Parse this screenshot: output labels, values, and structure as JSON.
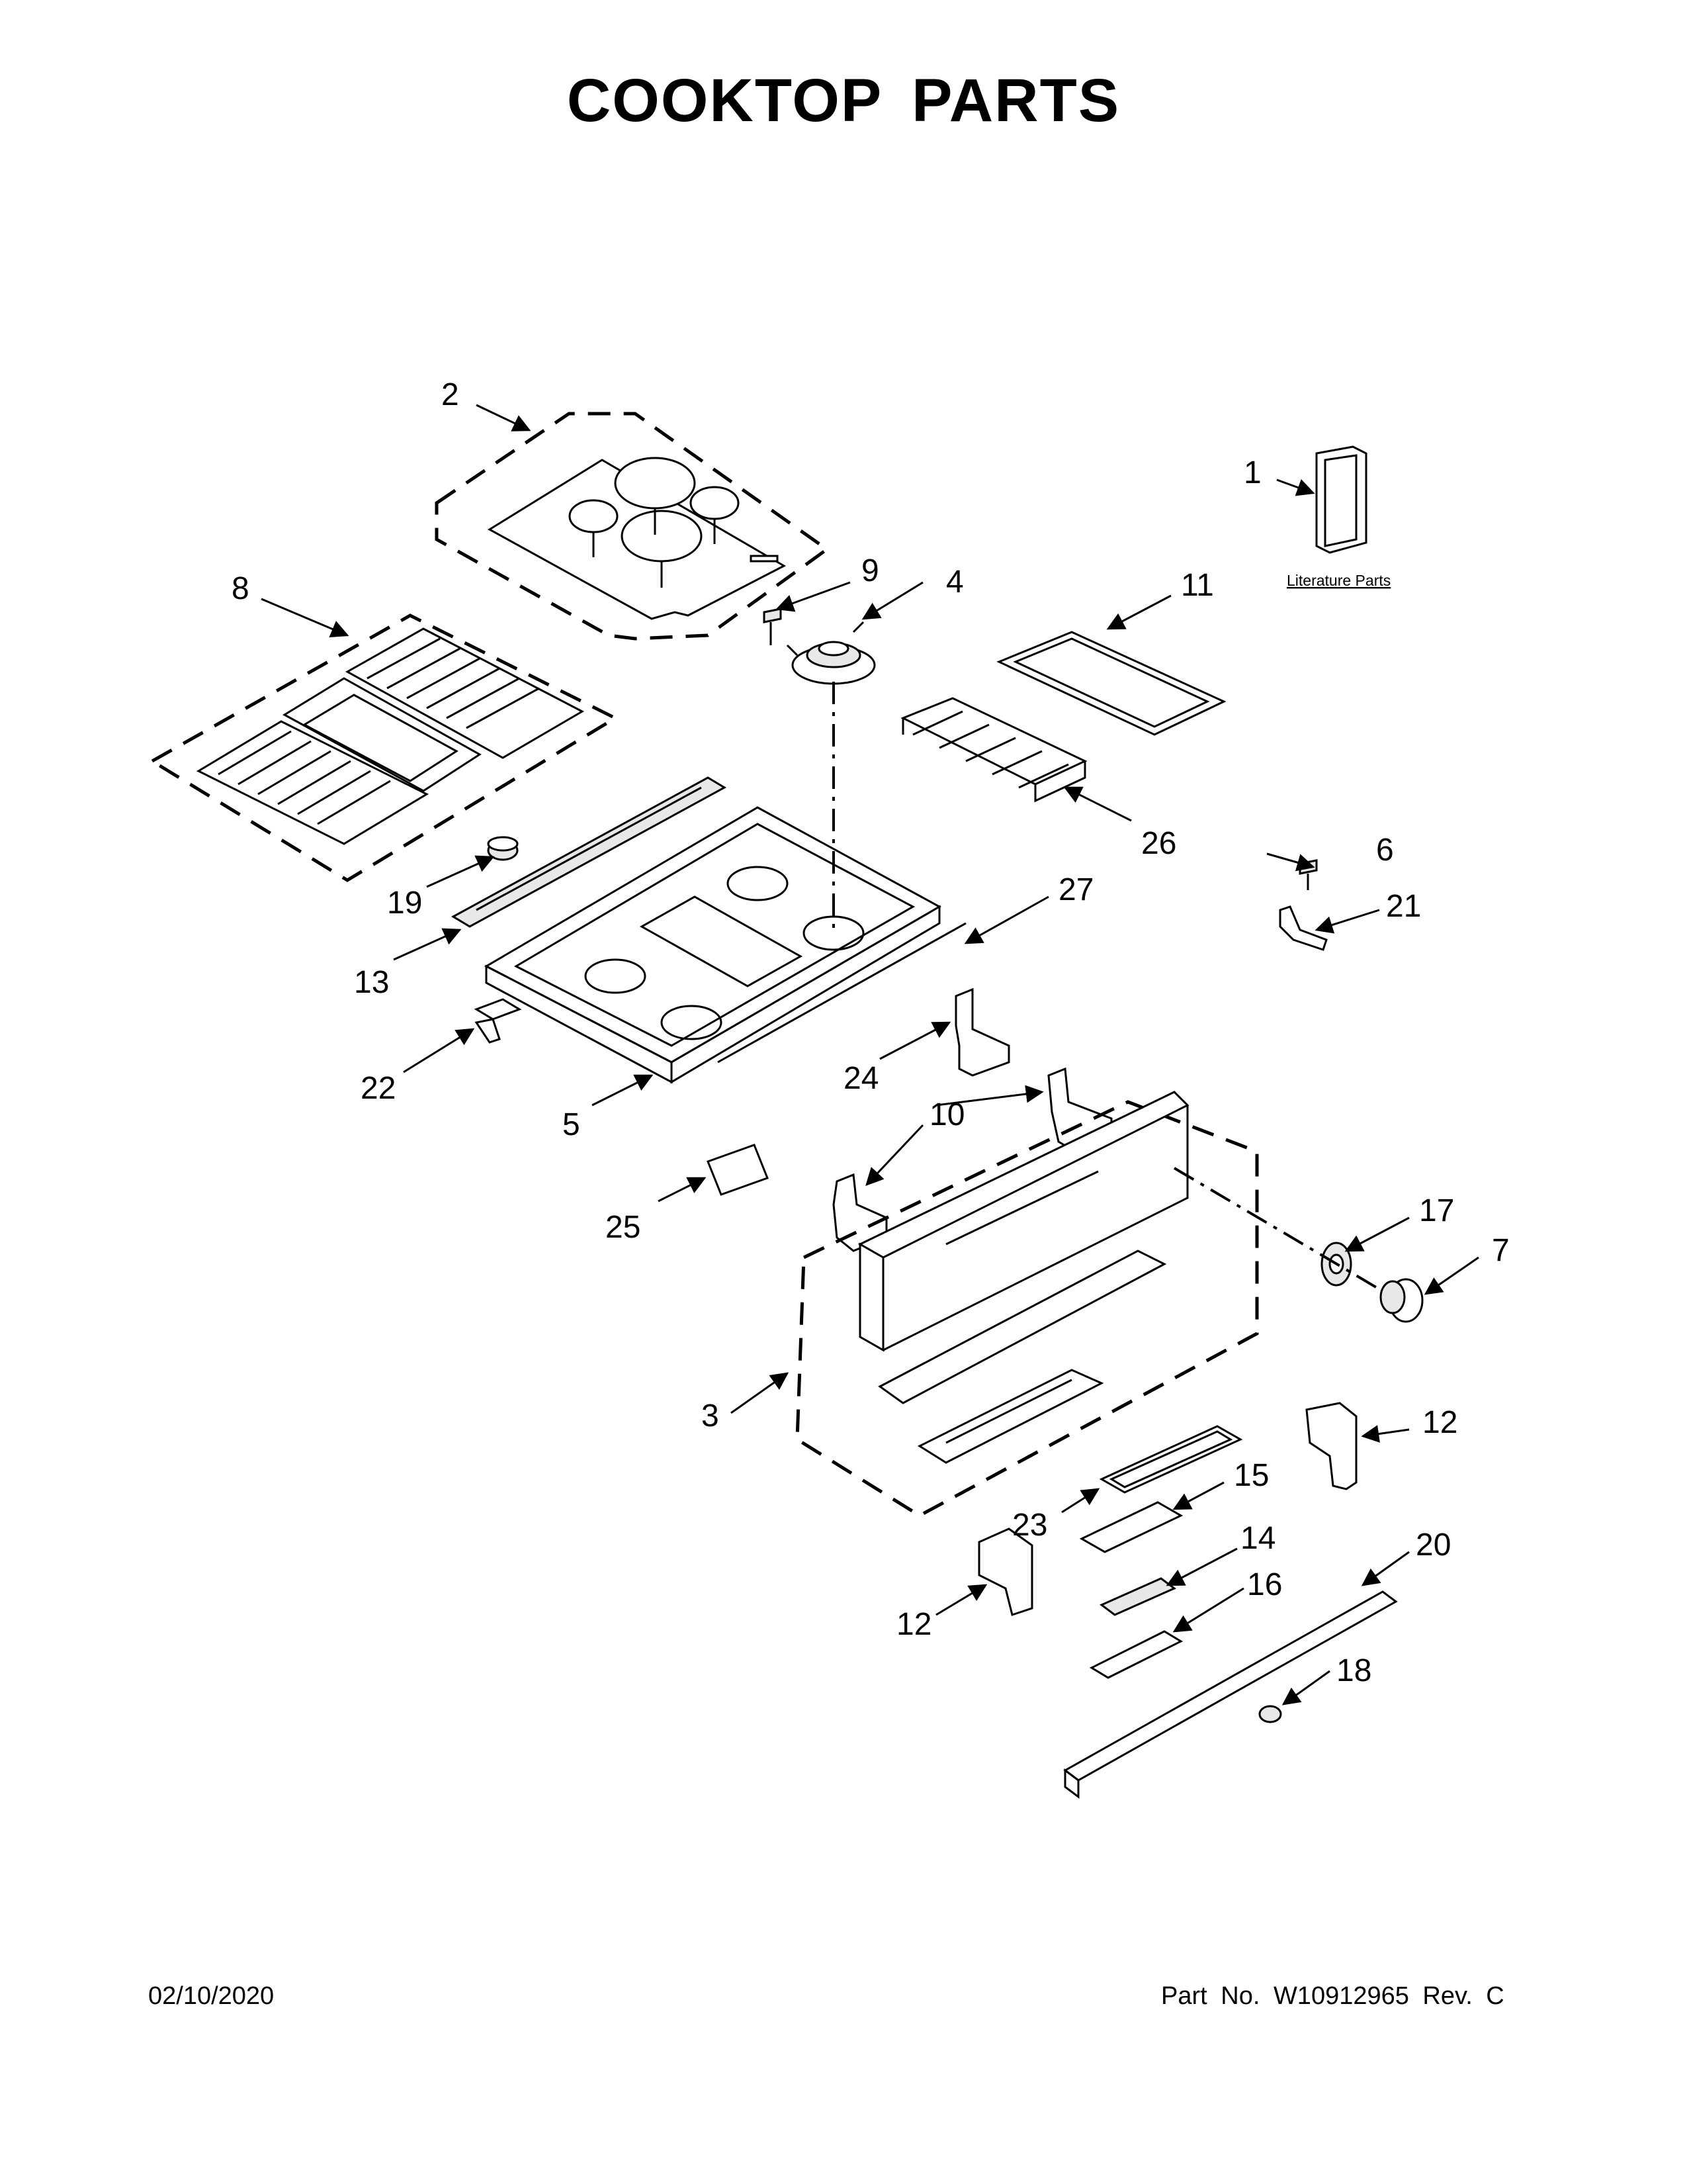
{
  "title": "COOKTOP PARTS",
  "footer": {
    "date": "02/10/2020",
    "part_number": "Part No.  W10912965  Rev.  C"
  },
  "literature_label": "Literature Parts",
  "callouts": [
    {
      "id": "c1",
      "label": "1"
    },
    {
      "id": "c2",
      "label": "2"
    },
    {
      "id": "c3",
      "label": "3"
    },
    {
      "id": "c4",
      "label": "4"
    },
    {
      "id": "c5",
      "label": "5"
    },
    {
      "id": "c6",
      "label": "6"
    },
    {
      "id": "c7",
      "label": "7"
    },
    {
      "id": "c8",
      "label": "8"
    },
    {
      "id": "c9",
      "label": "9"
    },
    {
      "id": "c10",
      "label": "10"
    },
    {
      "id": "c11",
      "label": "11"
    },
    {
      "id": "c12a",
      "label": "12"
    },
    {
      "id": "c12b",
      "label": "12"
    },
    {
      "id": "c13",
      "label": "13"
    },
    {
      "id": "c14",
      "label": "14"
    },
    {
      "id": "c15",
      "label": "15"
    },
    {
      "id": "c16",
      "label": "16"
    },
    {
      "id": "c17",
      "label": "17"
    },
    {
      "id": "c18",
      "label": "18"
    },
    {
      "id": "c19",
      "label": "19"
    },
    {
      "id": "c20",
      "label": "20"
    },
    {
      "id": "c21",
      "label": "21"
    },
    {
      "id": "c22",
      "label": "22"
    },
    {
      "id": "c23",
      "label": "23"
    },
    {
      "id": "c24",
      "label": "24"
    },
    {
      "id": "c25",
      "label": "25"
    },
    {
      "id": "c26",
      "label": "26"
    },
    {
      "id": "c27",
      "label": "27"
    }
  ]
}
